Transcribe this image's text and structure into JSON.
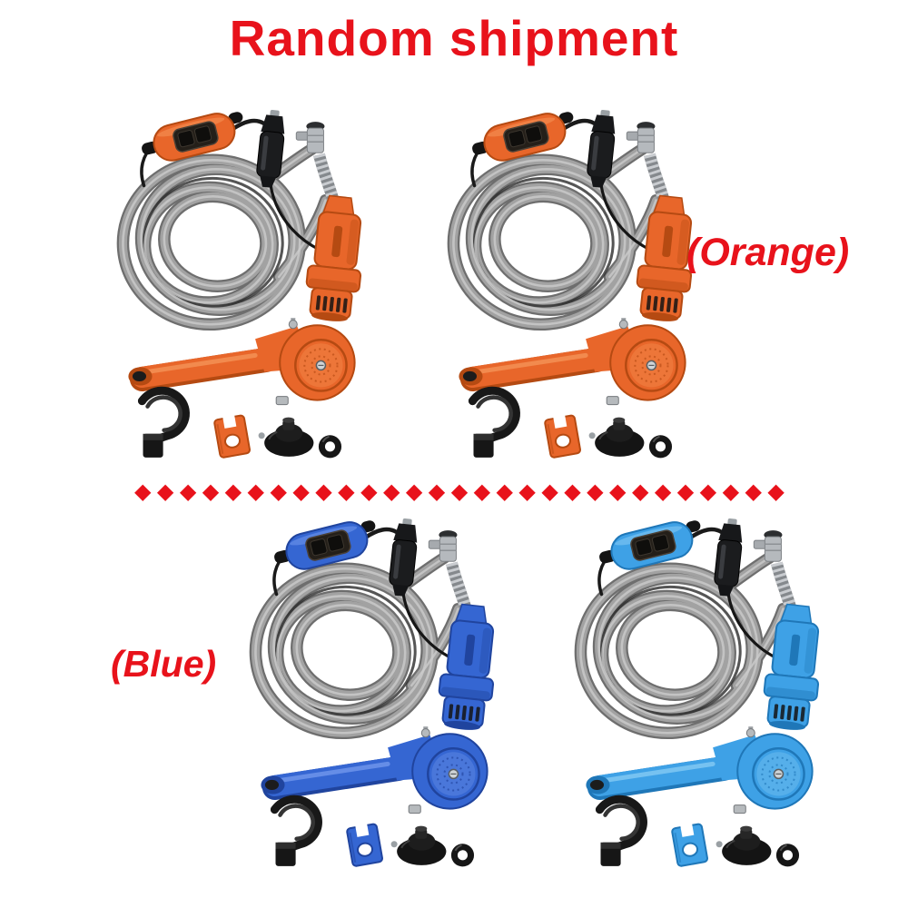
{
  "title": {
    "text": "Random shipment"
  },
  "labels": {
    "orange": "(Orange)",
    "blue": "(Blue)"
  },
  "divider": {
    "symbol": "◆",
    "count": 29
  },
  "palette": {
    "accent_red": "#e8121b",
    "background": "#ffffff",
    "hose_gray": "#a2a2a2",
    "hose_shadow": "#6e6e6e",
    "hose_highlight": "#cccccc",
    "metal": "#b5b9bd",
    "black_part": "#1a1a1a"
  },
  "products": [
    {
      "id": "camping-shower-kit-orange-1",
      "colorway": "Orange",
      "main": "#e8662a",
      "dark": "#b54a12",
      "light": "#f79a5e"
    },
    {
      "id": "camping-shower-kit-orange-2",
      "colorway": "Orange",
      "main": "#e8662a",
      "dark": "#b54a12",
      "light": "#f79a5e"
    },
    {
      "id": "camping-shower-kit-blue-1",
      "colorway": "Blue",
      "main": "#3566d2",
      "dark": "#20449e",
      "light": "#7a9ef0"
    },
    {
      "id": "camping-shower-kit-blue-2",
      "colorway": "Blue",
      "main": "#3ea1e6",
      "dark": "#1f77b8",
      "light": "#8fd0f6"
    }
  ],
  "components": [
    "coiled-hose",
    "inline-switch",
    "car-charger-plug",
    "faucet-connector",
    "corrugated-tube",
    "water-pump",
    "shower-head",
    "hanging-hook",
    "mounting-bracket",
    "suction-cup",
    "rubber-ring"
  ]
}
